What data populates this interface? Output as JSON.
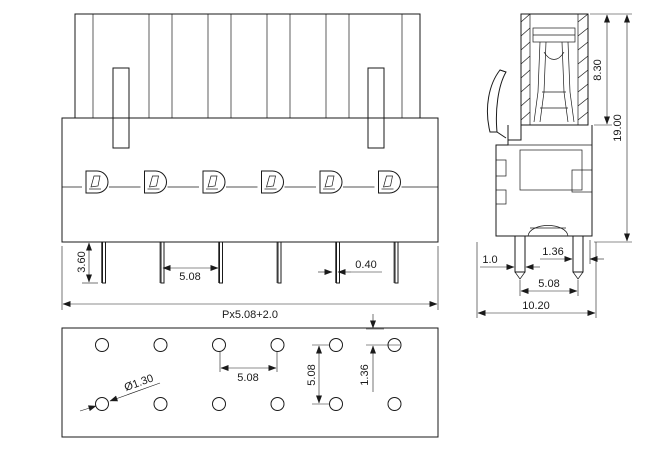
{
  "drawing": {
    "front_view": {
      "pin_height": "3.60",
      "pitch": "5.08",
      "pin_width": "0.40",
      "overall_length": "Px5.08+2.0",
      "terminal_count": 6
    },
    "side_view": {
      "upper_height": "8.30",
      "total_height": "19.00",
      "pin_thickness": "1.0",
      "pin_offset": "1.36",
      "pitch": "5.08",
      "overall_depth": "10.20"
    },
    "pcb_layout": {
      "hole_diameter": "Ø1.30",
      "pitch_x": "5.08",
      "pitch_y": "5.08",
      "offset": "1.36",
      "holes_per_row": 6
    }
  }
}
